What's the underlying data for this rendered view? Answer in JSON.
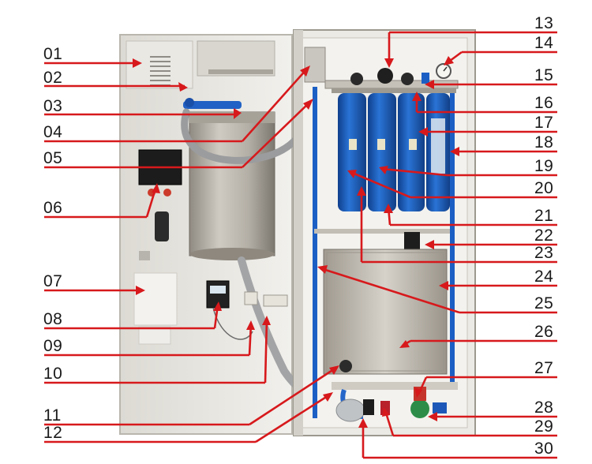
{
  "diagram": {
    "left_numbers": [
      "01",
      "02",
      "03",
      "04",
      "05",
      "06",
      "07",
      "08",
      "09",
      "10",
      "11",
      "12"
    ],
    "right_numbers": [
      "13",
      "14",
      "15",
      "16",
      "17",
      "18",
      "19",
      "20",
      "21",
      "22",
      "23",
      "24",
      "25",
      "26",
      "27",
      "28",
      "29",
      "30"
    ]
  },
  "colors": {
    "leader_red": "#d7191c",
    "cabinet": "#ecebe6",
    "cartridge_blue": "#1f63c6",
    "steel_tank": "#b8b4ac"
  }
}
